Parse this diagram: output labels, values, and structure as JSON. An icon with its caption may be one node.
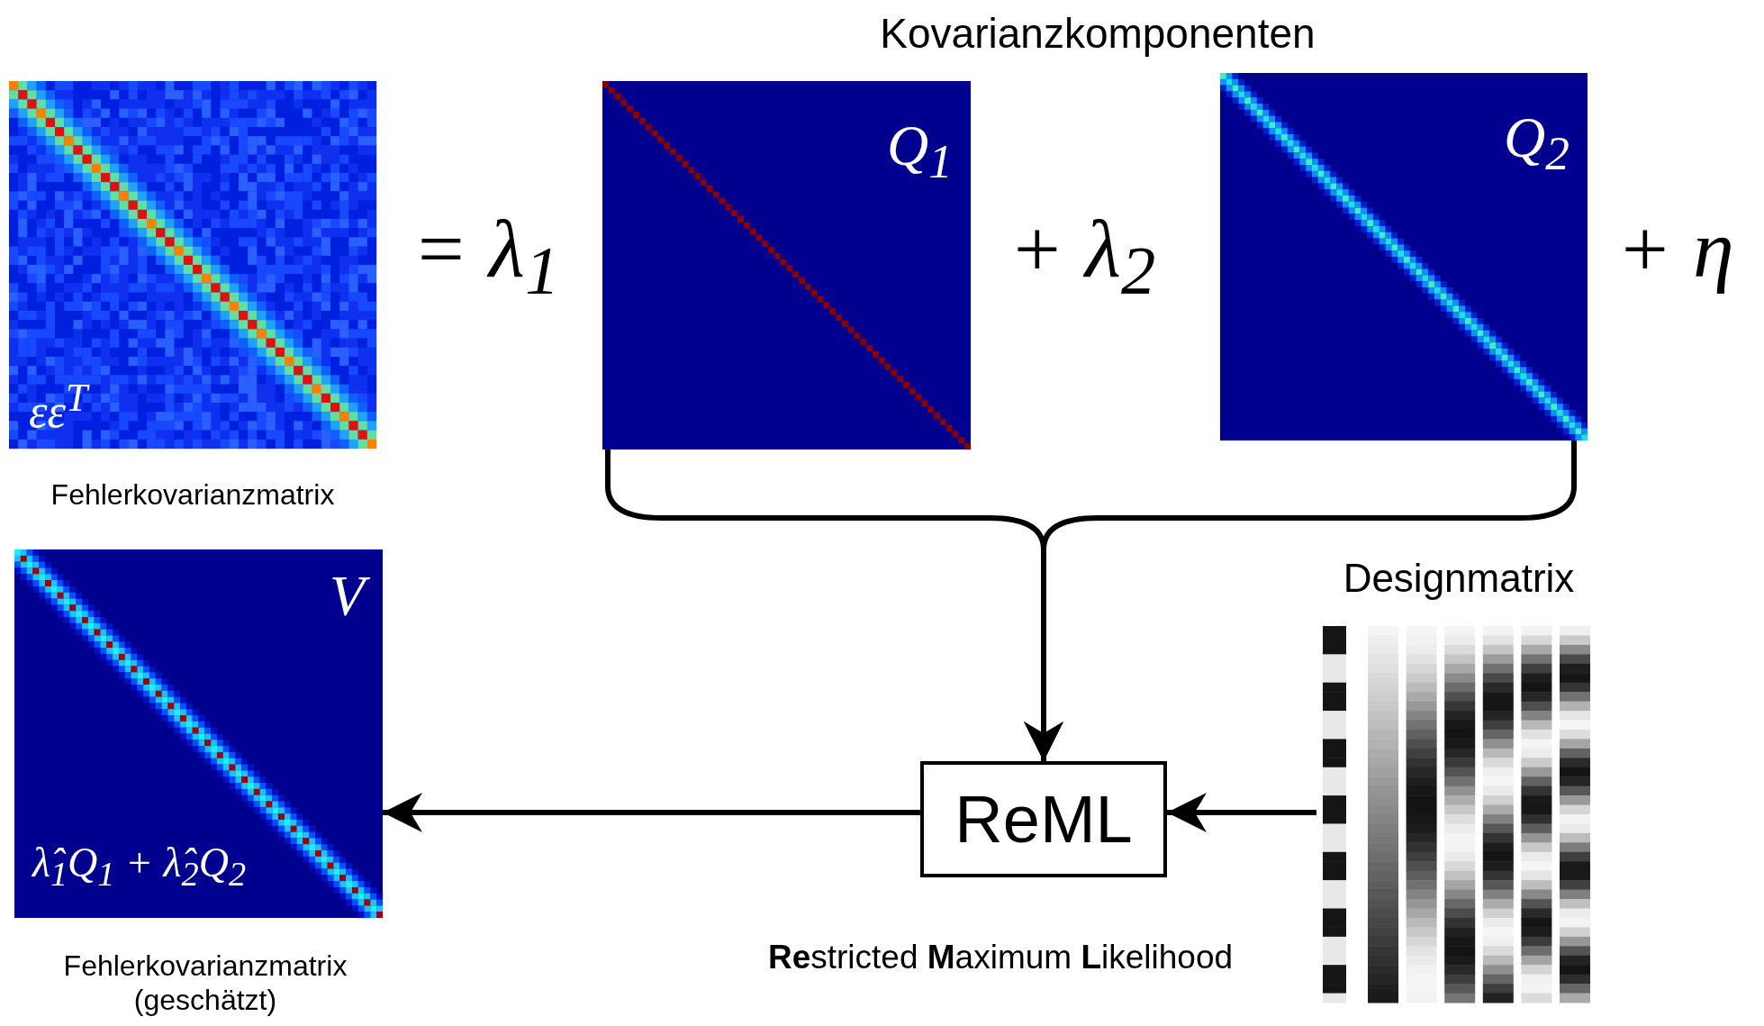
{
  "diagram": {
    "title": "Kovarianzkomponenten",
    "nodes": [
      {
        "text": [
          "εε$^{T}$"
        ],
        "beside": [
          "Fehlerkovarianzmatrix"
        ]
      },
      {
        "text": [
          "Q$_{1}$"
        ]
      },
      {
        "text": [
          "Q$_{2}$"
        ]
      },
      {
        "text": [
          "ReML"
        ],
        "beside": [
          "**Re**stricted **M**aximum **L**ikelihood"
        ]
      },
      {
        "text": [
          "Designmatrix"
        ]
      },
      {
        "text": [
          "V",
          "λ̂$_{1}$Q$_{1}$ + λ̂$_{2}$Q$_{2}$"
        ],
        "beside": [
          "Fehlerkovarianzmatrix (geschätzt)"
        ]
      }
    ],
    "edges": [
      {
        "from": 1,
        "to": 3,
        "arrow": "to"
      },
      {
        "from": 2,
        "to": 3,
        "arrow": "to"
      },
      {
        "from": 4,
        "to": 3,
        "arrow": "to"
      },
      {
        "from": 3,
        "to": 5,
        "arrow": "to"
      }
    ],
    "labels": [
      "= λ$_{1}$",
      "+ λ$_{2}$",
      "+ η"
    ]
  }
}
